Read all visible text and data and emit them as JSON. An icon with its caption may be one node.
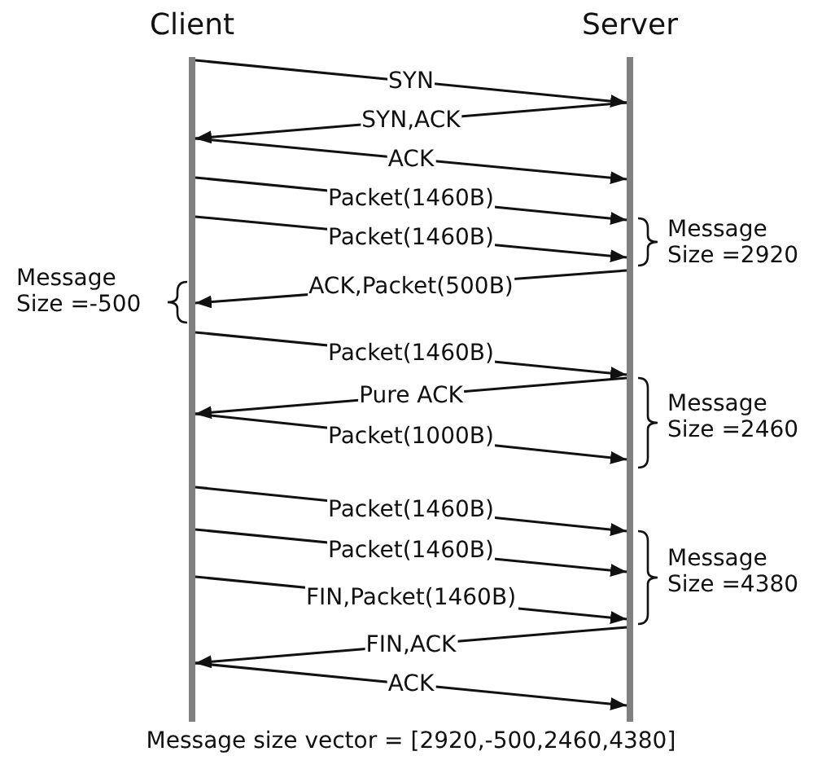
{
  "diagram": {
    "caption": "Message size vector = [2920,-500,2460,4380]",
    "nodes": [
      {
        "text": [
          "Client"
        ]
      },
      {
        "text": [
          "Server"
        ]
      }
    ],
    "edges": [
      {
        "from": 0,
        "to": 1,
        "arrow": "to",
        "label": "SYN"
      },
      {
        "from": 1,
        "to": 0,
        "arrow": "to",
        "label": "SYN,ACK"
      },
      {
        "from": 0,
        "to": 1,
        "arrow": "to",
        "label": "ACK"
      },
      {
        "from": 0,
        "to": 1,
        "arrow": "to",
        "label": "Packet(1460B)"
      },
      {
        "from": 0,
        "to": 1,
        "arrow": "to",
        "label": "Packet(1460B)"
      },
      {
        "from": 1,
        "to": 0,
        "arrow": "to",
        "label": "ACK,Packet(500B)"
      },
      {
        "from": 0,
        "to": 1,
        "arrow": "to",
        "label": "Packet(1460B)"
      },
      {
        "from": 1,
        "to": 0,
        "arrow": "to",
        "label": "Pure ACK"
      },
      {
        "from": 0,
        "to": 1,
        "arrow": "to",
        "label": "Packet(1000B)"
      },
      {
        "from": 0,
        "to": 1,
        "arrow": "to",
        "label": "Packet(1460B)"
      },
      {
        "from": 0,
        "to": 1,
        "arrow": "to",
        "label": "Packet(1460B)"
      },
      {
        "from": 0,
        "to": 1,
        "arrow": "to",
        "label": "FIN,Packet(1460B)"
      },
      {
        "from": 1,
        "to": 0,
        "arrow": "to",
        "label": "FIN,ACK"
      },
      {
        "from": 0,
        "to": 1,
        "arrow": "to",
        "label": "ACK"
      }
    ],
    "labels": [
      "Message Size =2920",
      "Message Size =-500",
      "Message Size =2460",
      "Message Size =4380"
    ]
  }
}
